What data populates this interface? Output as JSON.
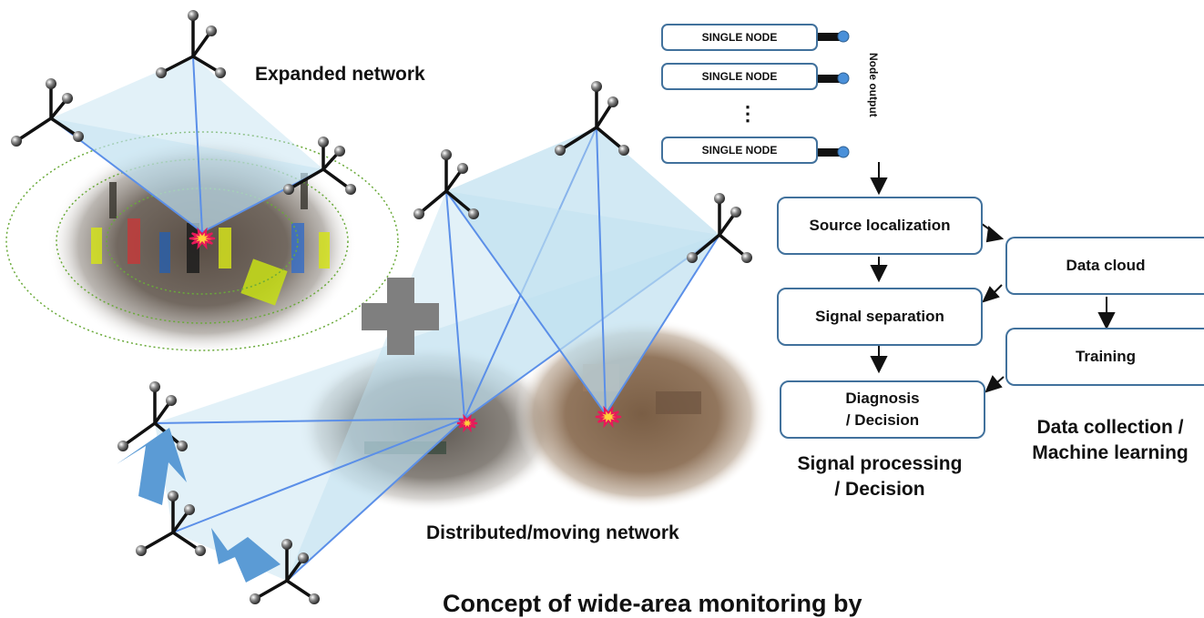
{
  "labels": {
    "expanded_network": "Expanded network",
    "distributed_network": "Distributed/moving network",
    "signal_processing": "Signal processing\n/ Decision",
    "data_collection": "Data collection /\nMachine learning",
    "node_output": "Node output",
    "caption": "Concept of wide-area monitoring by"
  },
  "nodes": [
    "SINGLE NODE",
    "SINGLE NODE",
    "SINGLE NODE"
  ],
  "ellipsis": "⋮",
  "process": {
    "source_localization": "Source localization",
    "signal_separation": "Signal separation",
    "diagnosis": "Diagnosis\n/ Decision"
  },
  "cloud": {
    "data_cloud": "Data cloud",
    "training": "Training"
  },
  "colors": {
    "link_line": "#5b8fe8",
    "link_fill": "#bfe0f0",
    "box_border": "#41719c",
    "arrow_blue": "#5b9bd5",
    "plus": "#7f7f7f",
    "ring": "#6aaa3a",
    "node_dot": "#4a90d9"
  }
}
